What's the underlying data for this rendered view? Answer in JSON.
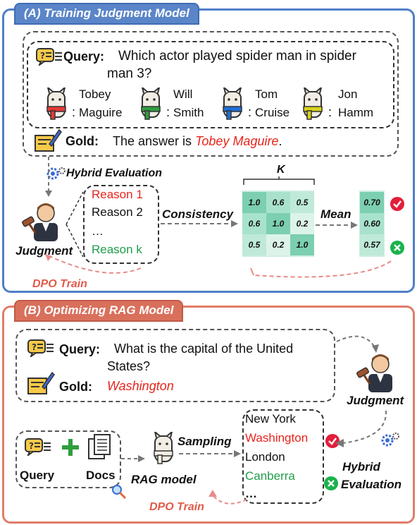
{
  "panel_a": {
    "title": "(A) Training Judgment  Model",
    "query_label": "Query:",
    "query_line1": "Which actor played spider man in spider",
    "query_line2": "man 3?",
    "candidates": [
      {
        "line1": "Tobey",
        "line2": "Maguire",
        "scarf": "#e53935"
      },
      {
        "line1": "Will",
        "line2": "Smith",
        "scarf": "#2e9e3e"
      },
      {
        "line1": "Tom",
        "line2": "Cruise",
        "scarf": "#1e6fd8"
      },
      {
        "line1": "Jon",
        "line2": "Hamm",
        "scarf": "#d9d21a"
      }
    ],
    "colon": ":",
    "gold_label": "Gold:",
    "gold_prefix": "The  answer is",
    "gold_answer": "Tobey Maguire",
    "gold_suffix": ".",
    "hybrid_eval": "Hybrid Evaluation",
    "judgment": "Judgment",
    "reasons": [
      "Reason 1",
      "Reason 2",
      "…",
      "Reason k"
    ],
    "consistency": "Consistency",
    "matrix_label": "K",
    "matrix": [
      [
        "1.0",
        "0.6",
        "0.5"
      ],
      [
        "0.6",
        "1.0",
        "0.2"
      ],
      [
        "0.5",
        "0.2",
        "1.0"
      ]
    ],
    "mean_label": "Mean",
    "means": [
      "0.70",
      "0.60",
      "0.57"
    ],
    "dpo": "DPO Train"
  },
  "panel_b": {
    "title": "(B) Optimizing RAG Model",
    "query_label": "Query:",
    "query_line1": "What is the capital of the United",
    "query_line2": "States?",
    "gold_label": "Gold:",
    "gold_answer": "Washington",
    "judgment": "Judgment",
    "input_query": "Query",
    "input_docs": "Docs",
    "rag_model": "RAG model",
    "sampling": "Sampling",
    "answers": [
      "New York",
      "Washington",
      "London",
      "Canberra",
      "…"
    ],
    "hybrid1": "Hybrid",
    "hybrid2": "Evaluation",
    "dpo": "DPO Train"
  },
  "colors": {
    "blue_border": "#4f7fc8",
    "blue_tab": "#5a85c8",
    "orange_border": "#e07d6a",
    "orange_tab": "#d9705c",
    "red": "#e8241c",
    "green": "#1f9d4a"
  }
}
